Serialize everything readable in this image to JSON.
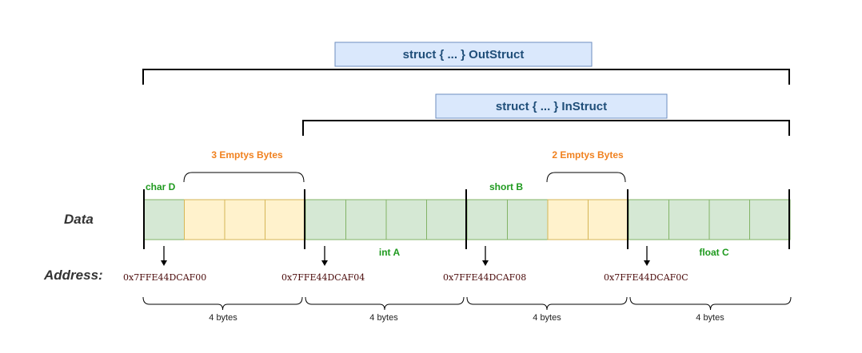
{
  "title_out": "struct { ... } OutStruct",
  "title_in": "struct { ... } InStruct",
  "padding_labels": [
    "3 Emptys Bytes",
    "2 Emptys Bytes"
  ],
  "field_labels": [
    "char D",
    "short B",
    "int A",
    "float C"
  ],
  "row_labels": {
    "data": "Data",
    "address": "Address:"
  },
  "addresses": [
    "0x7FFE44DCAF00",
    "0x7FFE44DCAF04",
    "0x7FFE44DCAF08",
    "0x7FFE44DCAF0C"
  ],
  "byte_group_label": "4 bytes",
  "byte_groups": [
    "4 bytes",
    "4 bytes",
    "4 bytes",
    "4 bytes"
  ],
  "cells": [
    "data",
    "pad",
    "pad",
    "pad",
    "data",
    "data",
    "data",
    "data",
    "data",
    "data",
    "pad",
    "pad",
    "data",
    "data",
    "data",
    "data"
  ],
  "colors": {
    "title_box_fill": "#dae8fc",
    "title_box_stroke": "#6c8ebf",
    "title_text": "#1f4e79",
    "data_cell_fill": "#d5e8d4",
    "data_cell_stroke": "#82b366",
    "pad_cell_fill": "#fff2cc",
    "pad_cell_stroke": "#d6b656",
    "padding_label": "#f0811f",
    "field_label": "#1f9a1f",
    "address_text": "#4a0a0a"
  }
}
